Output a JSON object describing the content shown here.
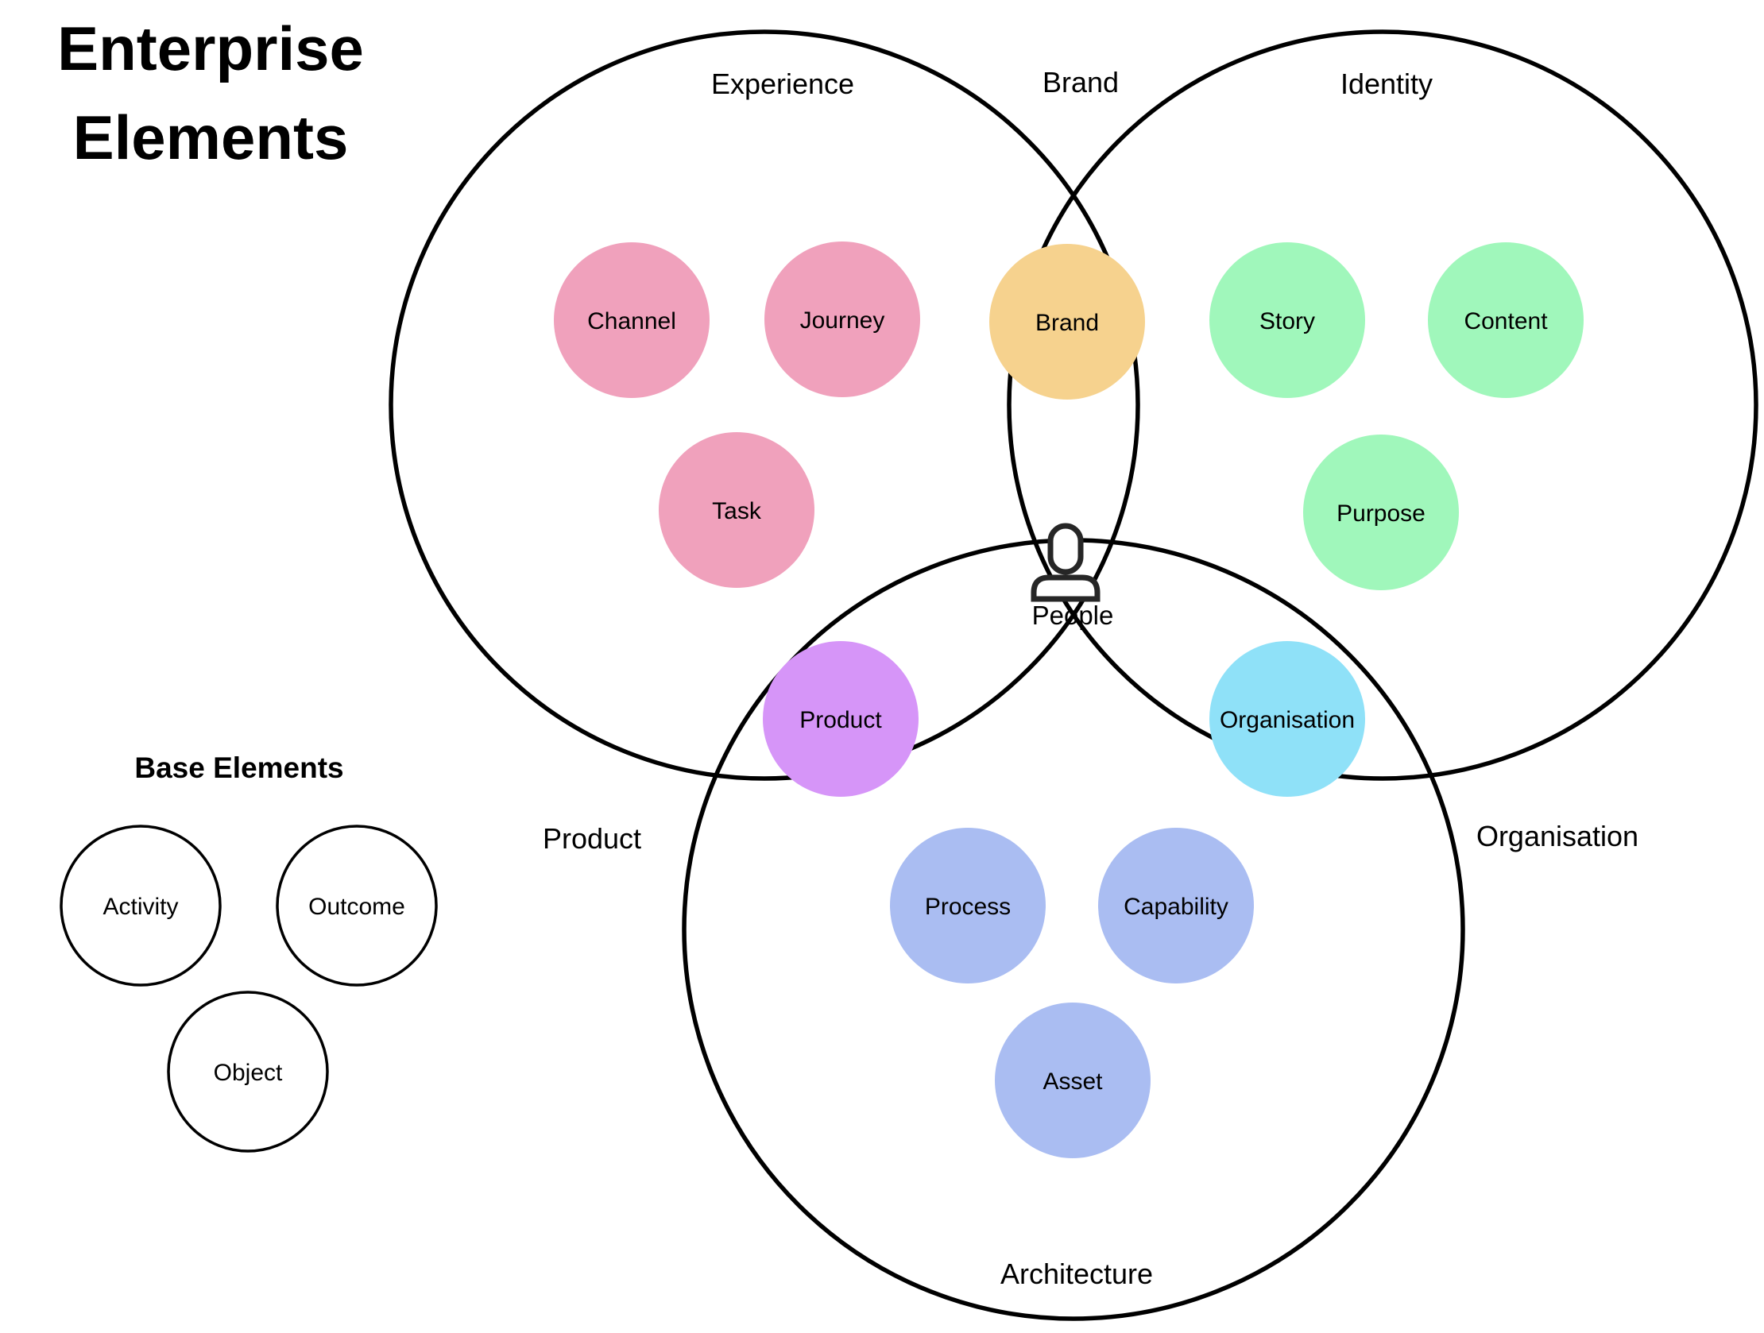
{
  "title": {
    "line1": "Enterprise",
    "line2": "Elements"
  },
  "regions": {
    "experience": "Experience",
    "brand": "Brand",
    "identity": "Identity",
    "product": "Product",
    "organisation": "Organisation",
    "architecture": "Architecture"
  },
  "center": {
    "label": "People",
    "icon": "person-icon"
  },
  "colors": {
    "pink": "#F0A1BC",
    "orange": "#F6D28E",
    "green": "#A0F7BB",
    "purple": "#D695F8",
    "cyan": "#8FE1F8",
    "blue": "#AABDF2",
    "outline": "#000000"
  },
  "elements": {
    "channel": {
      "label": "Channel",
      "color": "#F0A1BC"
    },
    "journey": {
      "label": "Journey",
      "color": "#F0A1BC"
    },
    "task": {
      "label": "Task",
      "color": "#F0A1BC"
    },
    "brand": {
      "label": "Brand",
      "color": "#F6D28E"
    },
    "story": {
      "label": "Story",
      "color": "#A0F7BB"
    },
    "content": {
      "label": "Content",
      "color": "#A0F7BB"
    },
    "purpose": {
      "label": "Purpose",
      "color": "#A0F7BB"
    },
    "product": {
      "label": "Product",
      "color": "#D695F8"
    },
    "organisation": {
      "label": "Organisation",
      "color": "#8FE1F8"
    },
    "process": {
      "label": "Process",
      "color": "#AABDF2"
    },
    "capability": {
      "label": "Capability",
      "color": "#AABDF2"
    },
    "asset": {
      "label": "Asset",
      "color": "#AABDF2"
    }
  },
  "base": {
    "title": "Base Elements",
    "items": {
      "activity": "Activity",
      "outcome": "Outcome",
      "object": "Object"
    }
  }
}
